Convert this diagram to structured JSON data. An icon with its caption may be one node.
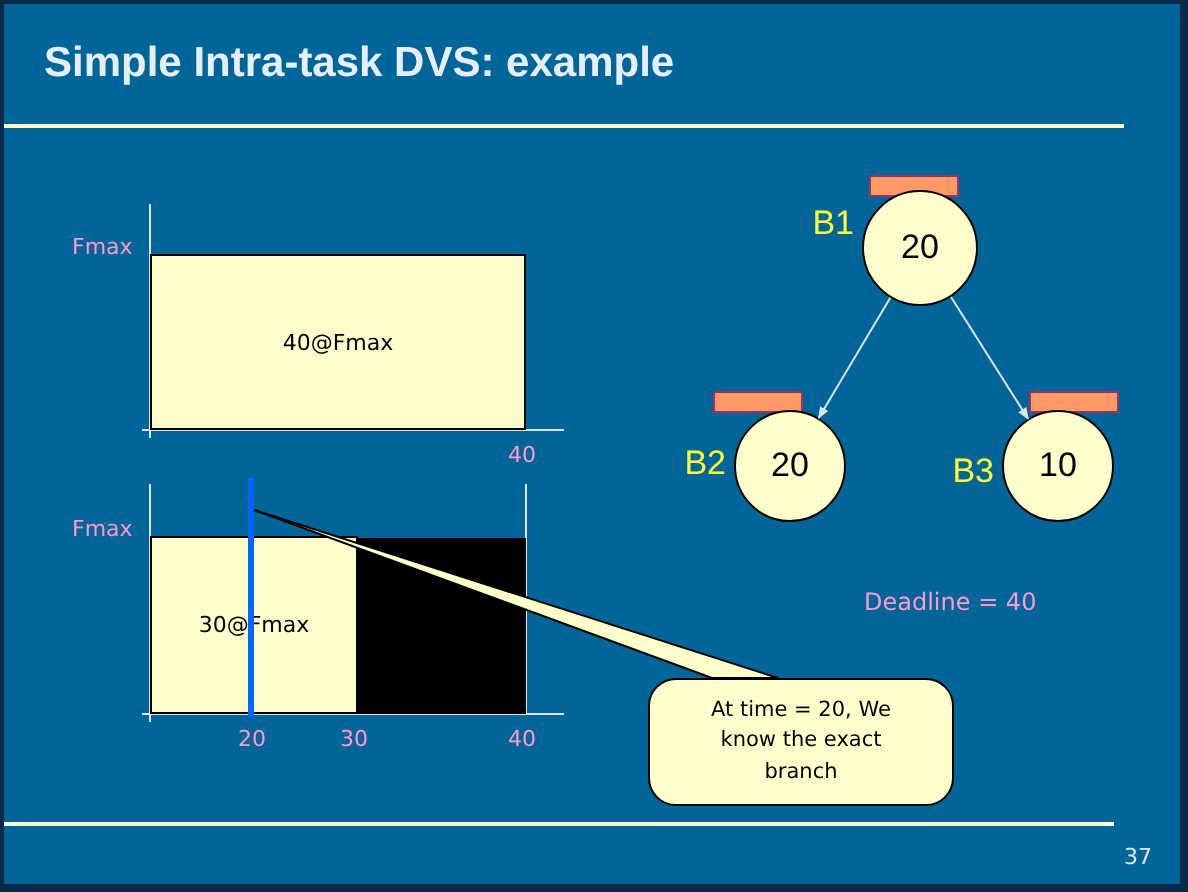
{
  "diagram": {
    "title": "Simple Intra-task DVS: example",
    "nodes": [
      {
        "text": [
          "40@Fmax"
        ]
      },
      {
        "text": [
          "30@Fmax"
        ]
      },
      {
        "text": [],
        "shape": "box"
      },
      {
        "text": [
          "20"
        ],
        "beside": [
          "B1"
        ]
      },
      {
        "text": [
          "20"
        ],
        "beside": [
          "B2"
        ]
      },
      {
        "text": [
          "10"
        ],
        "beside": [
          "B3"
        ]
      },
      {
        "text": [
          "At time = 20, We know the exact branch"
        ]
      },
      {
        "text": [],
        "shape": "bar"
      }
    ],
    "edges": [
      {
        "from": 3,
        "to": 4,
        "arrow": "to"
      },
      {
        "from": 3,
        "to": 5,
        "arrow": "to"
      },
      {
        "from": 6,
        "to": 7,
        "arrow": "none",
        "color": "#000000"
      }
    ],
    "labels": [
      "Fmax",
      "40",
      "Fmax",
      "20",
      "30",
      "40",
      "Deadline = 40",
      "37"
    ]
  }
}
